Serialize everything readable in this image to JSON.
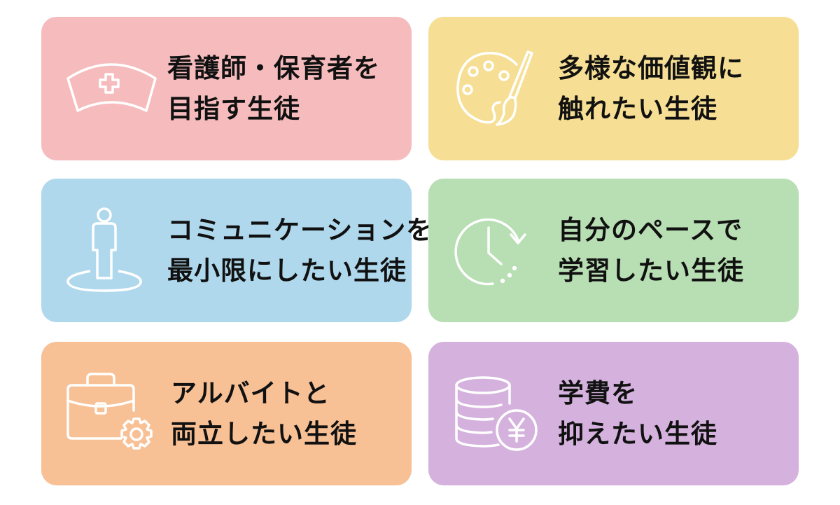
{
  "cards": [
    {
      "icon": "nurse-cap-icon",
      "color": "#f6bcbd",
      "line1": "看護師・保育者を",
      "line2": "目指す生徒"
    },
    {
      "icon": "palette-brush-icon",
      "color": "#f6df94",
      "line1": "多様な価値観に",
      "line2": "触れたい生徒"
    },
    {
      "icon": "person-standing-icon",
      "color": "#afd8ec",
      "line1": "コミュニケーションを",
      "line2": "最小限にしたい生徒"
    },
    {
      "icon": "clock-cycle-icon",
      "color": "#b8deb3",
      "line1": "自分のペースで",
      "line2": "学習したい生徒"
    },
    {
      "icon": "briefcase-gear-icon",
      "color": "#f8c095",
      "line1": "アルバイトと",
      "line2": "両立したい生徒"
    },
    {
      "icon": "coins-yen-icon",
      "color": "#d4b2dd",
      "line1": "学費を",
      "line2": "抑えたい生徒"
    }
  ]
}
